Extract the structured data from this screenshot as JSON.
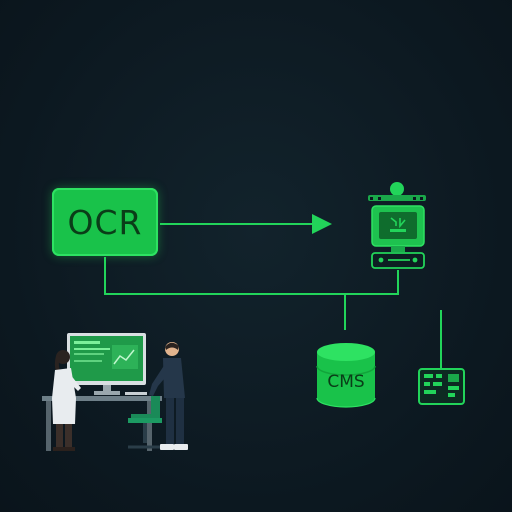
{
  "nodes": {
    "ocr": {
      "label": "OCR"
    },
    "cms": {
      "label": "CMS"
    }
  },
  "colors": {
    "background": "#0c1820",
    "accent": "#22d45a",
    "accent_dark": "#0a3d18"
  },
  "icons": [
    "robot-icon",
    "database-icon",
    "circuit-board-icon",
    "workstation-illustration"
  ]
}
